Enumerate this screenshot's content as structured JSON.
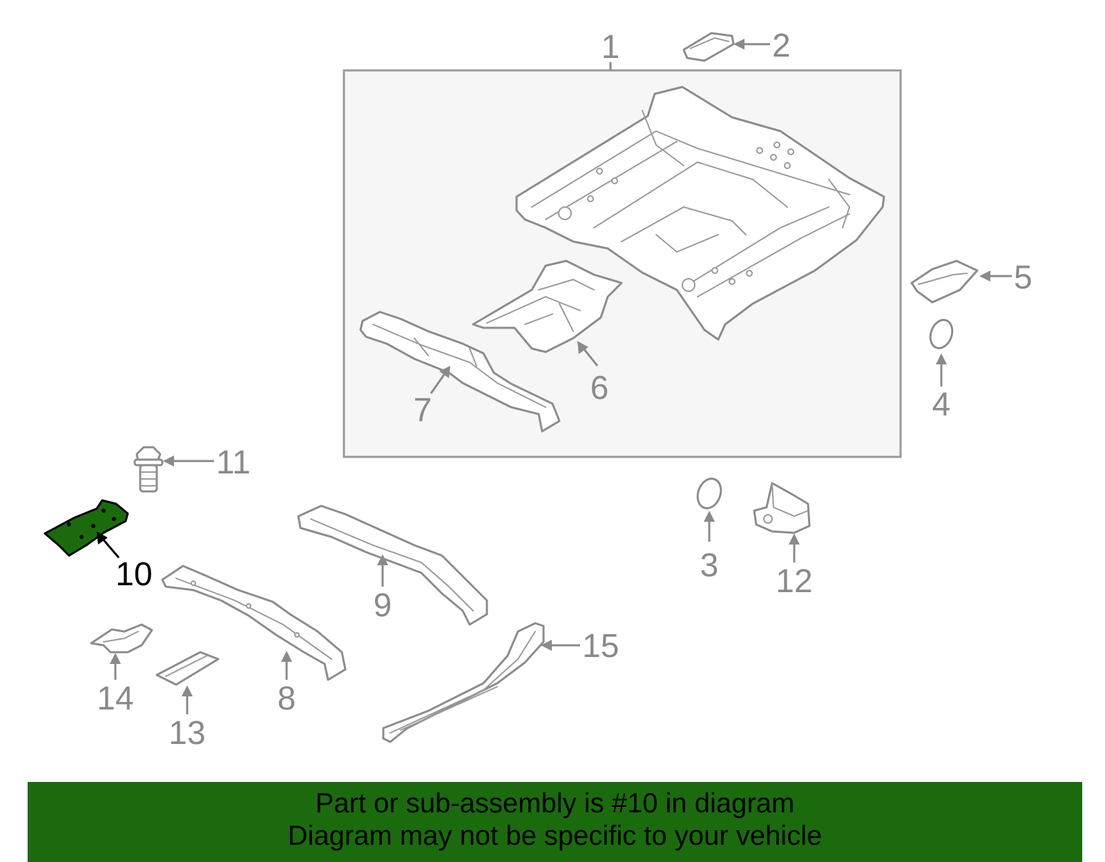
{
  "callouts": {
    "c1": "1",
    "c2": "2",
    "c3": "3",
    "c4": "4",
    "c5": "5",
    "c6": "6",
    "c7": "7",
    "c8": "8",
    "c9": "9",
    "c10": "10",
    "c11": "11",
    "c12": "12",
    "c13": "13",
    "c14": "14",
    "c15": "15"
  },
  "highlighted_part": "10",
  "colors": {
    "highlight": "#1b6b0e",
    "linework": "#8c8c8c",
    "box_fill": "#f6f6f6"
  },
  "banner": {
    "line1": "Part or sub-assembly is #10 in diagram",
    "line2": "Diagram may not be specific to your vehicle"
  }
}
